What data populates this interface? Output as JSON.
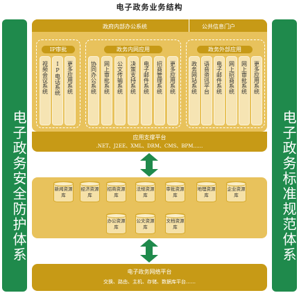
{
  "title": "电子政务业务结构",
  "left_sidebar": "电子政务安全防护体系",
  "right_sidebar": "电子政务标准规范体系",
  "top_bars": {
    "internal_office": "政府内部办公系统",
    "public_portal": "公共信息门户"
  },
  "groups": [
    {
      "label": "IP审批",
      "systems": [
        "视频会议系统",
        "IP电话系统",
        "更多应用系统"
      ]
    },
    {
      "label": "政务内网应用",
      "systems": [
        "协同办公系统",
        "网上审批系统",
        "公文传输系统",
        "决策支持系统",
        "电子邮件系统",
        "招商管理系统",
        "更多应用系统"
      ]
    },
    {
      "label": "政务外部应用",
      "systems": [
        "政务网站系统",
        "语音资讯平台",
        "电子邮件系统",
        "网上招商系统",
        "网上审批系统",
        "更多应用系统"
      ]
    }
  ],
  "support_platform": {
    "title": "应用支撑平台",
    "subtitle": ".NET、J2EE、XML、DRM、CMS、BPM……"
  },
  "databases": {
    "row1": [
      "新闻资源库",
      "经济资源库",
      "招商资源库",
      "法规资源库",
      "审批资源库",
      "地理资源库",
      "企业资源库"
    ],
    "row2": [
      "办公资源库",
      "公文资源库",
      "文档资源库"
    ]
  },
  "network_platform": {
    "title": "电子政务网络平台",
    "subtitle": "交换、路由、主机、存储、数据库平台……"
  },
  "colors": {
    "sidebar": "#1f8a4c",
    "gold": "#c79a16",
    "panel": "#e8c25c"
  }
}
